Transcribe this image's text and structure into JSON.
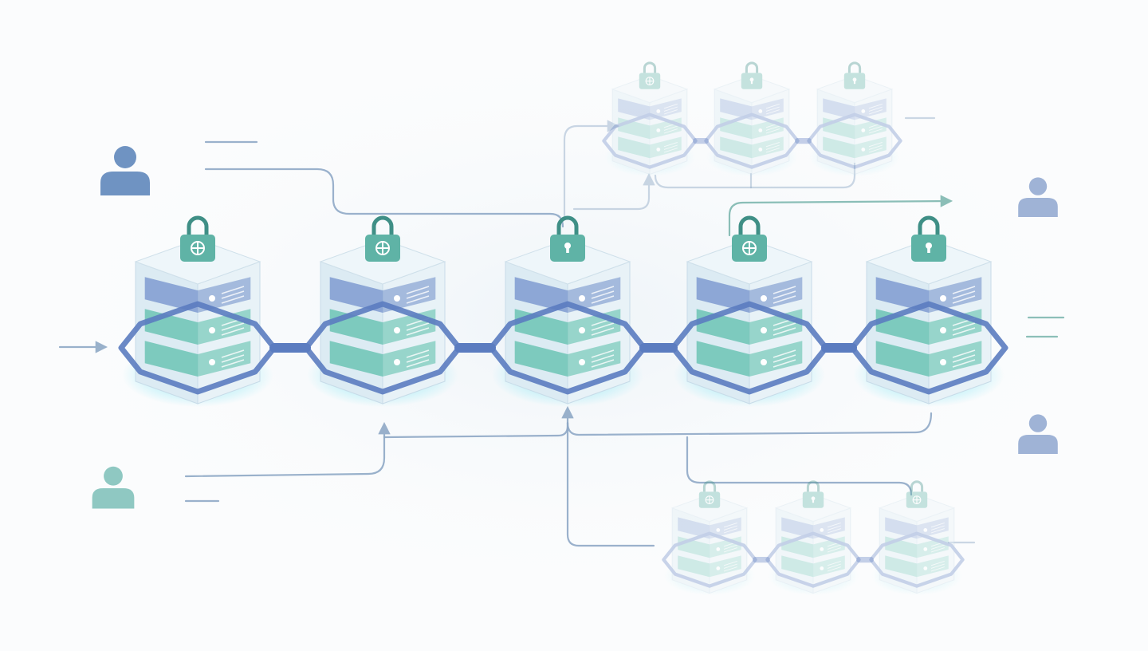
{
  "colors": {
    "background": "#fbfcfd",
    "chain": "#5b7cc0",
    "lock": "#5fb3a6",
    "lock_dark": "#3f8f86",
    "server_blue": "#7f9bd0",
    "server_teal": "#6cc4b4",
    "glass": "#dfeef5",
    "glow": "#7fe3f0",
    "connector_line": "#8fa9c6",
    "connector_line_teal": "#7fb8b0",
    "user_blue": "#6f93c2",
    "user_teal": "#8fc8c2",
    "user_light": "#9fb3d6"
  },
  "main_chain": {
    "blocks": [
      {
        "lock_icon": "lock-crosshair-icon"
      },
      {
        "lock_icon": "lock-crosshair-icon"
      },
      {
        "lock_icon": "lock-keyhole-icon"
      },
      {
        "lock_icon": "lock-crosshair-icon"
      },
      {
        "lock_icon": "lock-keyhole-icon"
      }
    ]
  },
  "faded_chain_top": {
    "blocks": [
      {
        "lock_icon": "lock-crosshair-icon"
      },
      {
        "lock_icon": "lock-keyhole-icon"
      },
      {
        "lock_icon": "lock-keyhole-icon"
      }
    ]
  },
  "faded_chain_bottom": {
    "blocks": [
      {
        "lock_icon": "lock-crosshair-icon"
      },
      {
        "lock_icon": "lock-keyhole-icon"
      },
      {
        "lock_icon": "lock-crosshair-icon"
      }
    ]
  },
  "users": [
    {
      "icon": "user-icon",
      "color": "user_blue"
    },
    {
      "icon": "user-icon",
      "color": "user_teal"
    },
    {
      "icon": "user-icon",
      "color": "user_light"
    },
    {
      "icon": "user-icon",
      "color": "user_light"
    }
  ]
}
